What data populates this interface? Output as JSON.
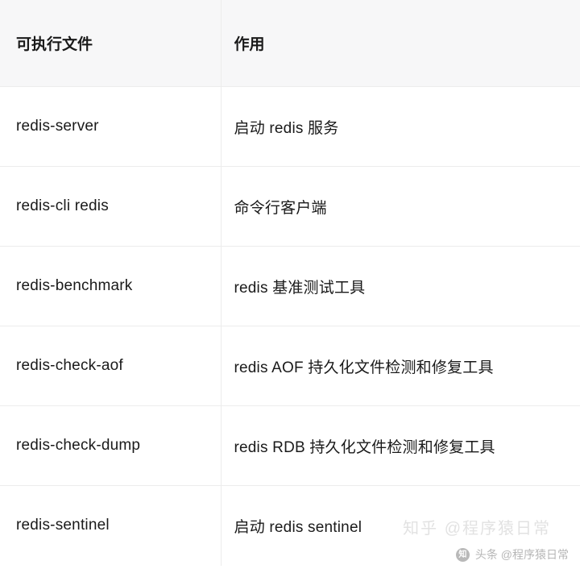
{
  "table": {
    "headers": [
      "可执行文件",
      "作用"
    ],
    "rows": [
      {
        "file": "redis-server",
        "desc": "启动 redis 服务"
      },
      {
        "file": "redis-cli redis",
        "desc": "命令行客户端"
      },
      {
        "file": "redis-benchmark",
        "desc": "redis 基准测试工具"
      },
      {
        "file": "redis-check-aof",
        "desc": "redis AOF 持久化文件检测和修复工具"
      },
      {
        "file": "redis-check-dump",
        "desc": "redis RDB 持久化文件检测和修复工具"
      },
      {
        "file": "redis-sentinel",
        "desc": "启动 redis sentinel"
      }
    ]
  },
  "watermark": {
    "logo_char": "知",
    "text": "头条 @程序猿日常",
    "ghost_text": "知乎 @程序猿日常"
  },
  "colors": {
    "header_bg": "#f7f7f8",
    "border": "#ececec",
    "text": "#1a1a1a",
    "watermark_text": "#8a8a8a"
  }
}
